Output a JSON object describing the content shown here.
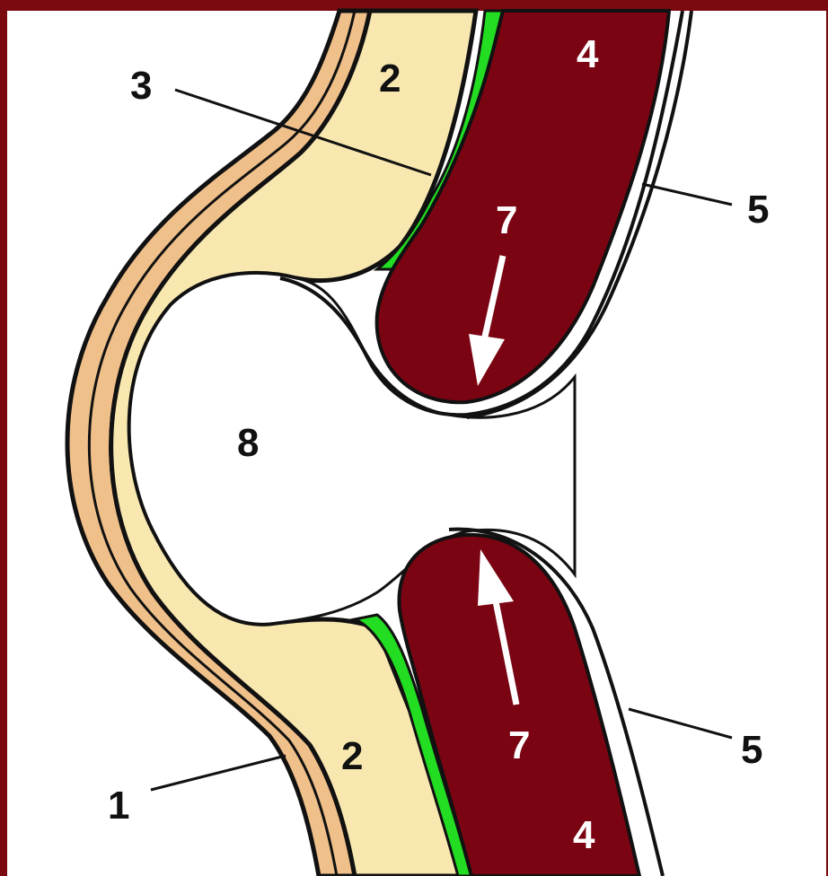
{
  "diagram": {
    "colors": {
      "frame": "#7a0a10",
      "background": "#ffffff",
      "outer_layer": "#f0c08a",
      "bone_fill": "#f8e8b0",
      "cartilage": "#22dd22",
      "muscle": "#7a0412",
      "outline": "#111111",
      "arrow": "#ffffff"
    },
    "labels": {
      "l1": "1",
      "l2_top": "2",
      "l2_bottom": "2",
      "l3": "3",
      "l4_top": "4",
      "l4_bottom": "4",
      "l5_top": "5",
      "l5_bottom": "5",
      "l7_top": "7",
      "l7_bottom": "7",
      "l8": "8"
    }
  }
}
